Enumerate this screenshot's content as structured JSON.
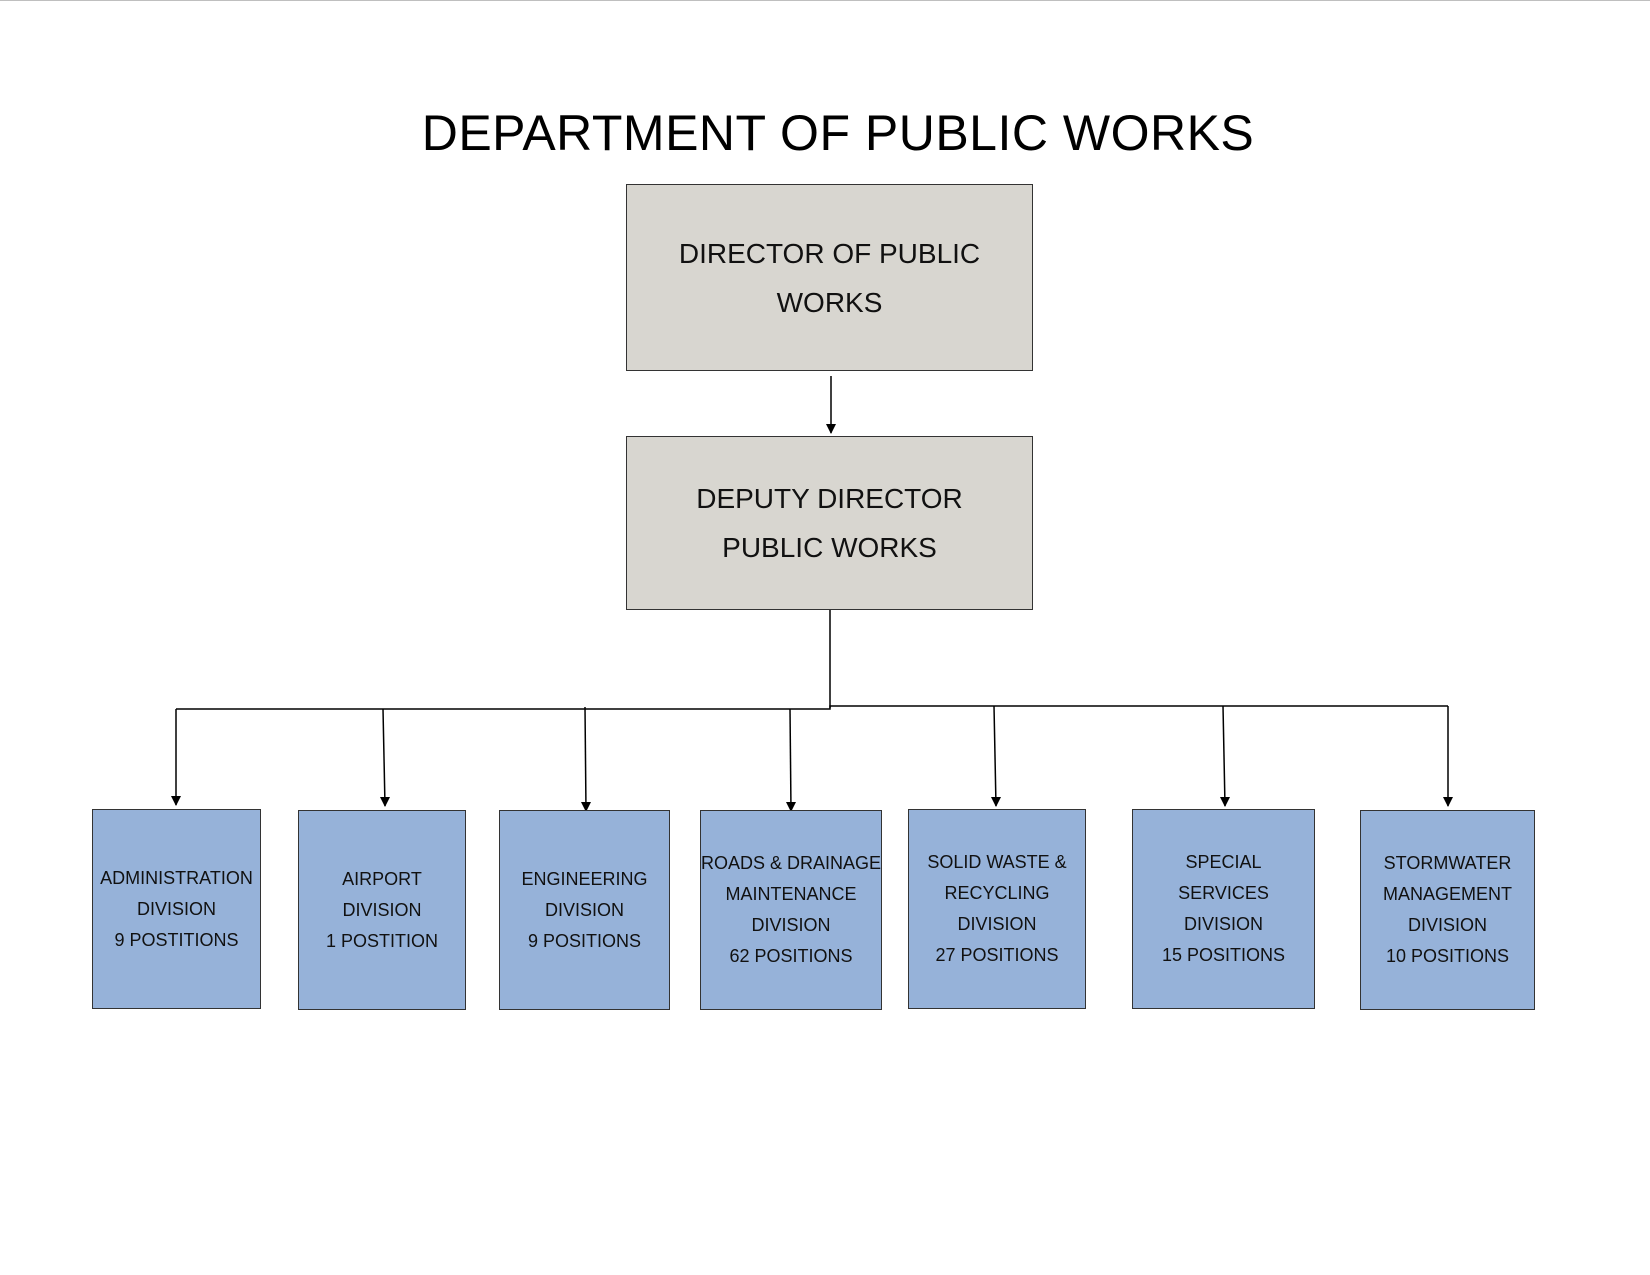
{
  "title": "DEPARTMENT OF PUBLIC WORKS",
  "colors": {
    "executive_fill": "#d8d6d0",
    "division_fill": "#96b2d9",
    "border": "#333333",
    "connector": "#000000"
  },
  "director": {
    "lines": [
      "DIRECTOR OF PUBLIC",
      "WORKS"
    ]
  },
  "deputy": {
    "lines": [
      "DEPUTY DIRECTOR",
      "PUBLIC WORKS"
    ]
  },
  "divisions": [
    {
      "lines": [
        "ADMINISTRATION",
        "DIVISION",
        "9 POSTITIONS"
      ]
    },
    {
      "lines": [
        "AIRPORT",
        "DIVISION",
        "1 POSTITION"
      ]
    },
    {
      "lines": [
        "ENGINEERING",
        "DIVISION",
        "9 POSITIONS"
      ]
    },
    {
      "lines": [
        "ROADS & DRAINAGE",
        "MAINTENANCE",
        "DIVISION",
        "62 POSITIONS"
      ]
    },
    {
      "lines": [
        "SOLID WASTE &",
        "RECYCLING",
        "DIVISION",
        "27 POSITIONS"
      ]
    },
    {
      "lines": [
        "SPECIAL",
        "SERVICES",
        "DIVISION",
        "15 POSITIONS"
      ]
    },
    {
      "lines": [
        "STORMWATER",
        "MANAGEMENT",
        "DIVISION",
        "10 POSITIONS"
      ]
    }
  ]
}
